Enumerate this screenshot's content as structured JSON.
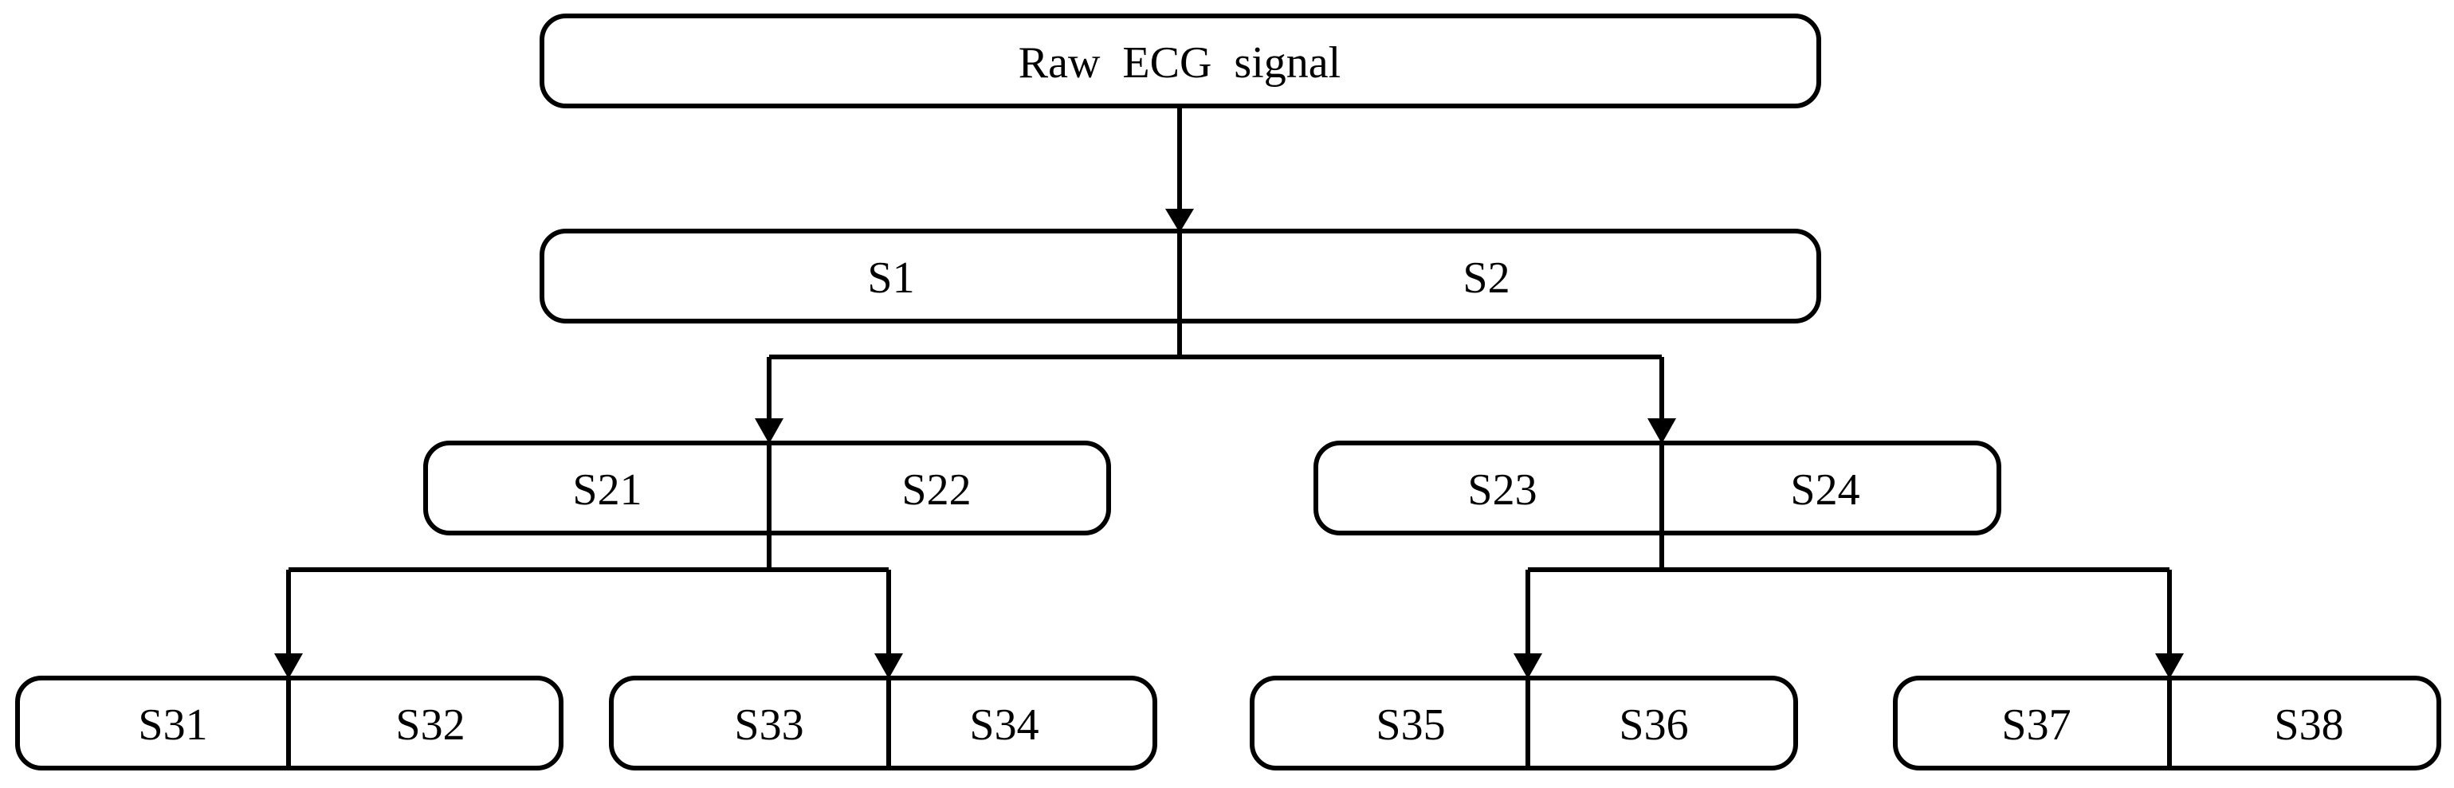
{
  "diagram": {
    "root": {
      "label": "Raw  ECG  signal"
    },
    "level1": {
      "left": "S1",
      "right": "S2"
    },
    "level2": [
      {
        "left": "S21",
        "right": "S22"
      },
      {
        "left": "S23",
        "right": "S24"
      }
    ],
    "level3": [
      {
        "left": "S31",
        "right": "S32"
      },
      {
        "left": "S33",
        "right": "S34"
      },
      {
        "left": "S35",
        "right": "S36"
      },
      {
        "left": "S37",
        "right": "S38"
      }
    ]
  }
}
